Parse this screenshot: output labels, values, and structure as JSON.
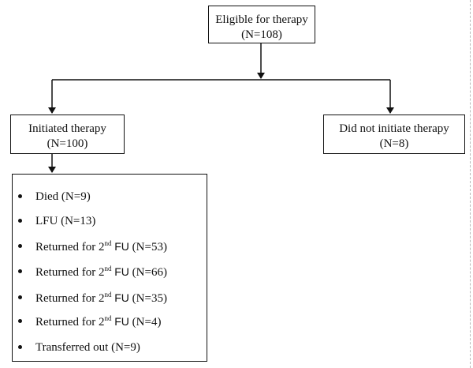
{
  "flowchart": {
    "eligible": {
      "line1": "Eligible for therapy",
      "line2": "(N=108)"
    },
    "initiated": {
      "line1": "Initiated therapy",
      "line2": "(N=100)"
    },
    "not_initiated": {
      "line1": "Did not initiate therapy",
      "line2": "(N=8)"
    },
    "outcomes": [
      {
        "label": "Died (N=9)"
      },
      {
        "label": "LFU (N=13)"
      },
      {
        "pre": "Returned for 2",
        "sup": "nd",
        "fu": "FU",
        "post": "(N=53)"
      },
      {
        "pre": "Returned for 2",
        "sup": "nd",
        "fu": "FU",
        "post": "(N=66)"
      },
      {
        "pre": "Returned for 2",
        "sup": "nd",
        "fu": "FU",
        "post": "(N=35)"
      },
      {
        "pre": "Returned for 2",
        "sup": "nd",
        "fu": "FU",
        "post": "(N=4)"
      },
      {
        "label": "Transferred out (N=9)"
      }
    ]
  }
}
